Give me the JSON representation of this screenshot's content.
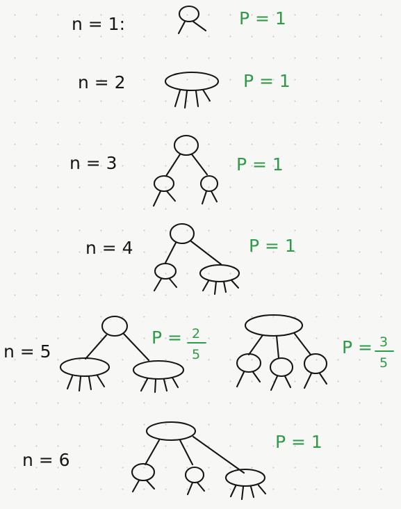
{
  "theme": {
    "ink": "#151515",
    "green": "#2f9a48",
    "paper": "#f7f7f5"
  },
  "rows": [
    {
      "n_label": "n = 1:",
      "p_label": "P = 1"
    },
    {
      "n_label": "n = 2",
      "p_label": "P = 1"
    },
    {
      "n_label": "n = 3",
      "p_label": "P = 1"
    },
    {
      "n_label": "n = 4",
      "p_label": "P = 1"
    },
    {
      "n_label": "n = 5",
      "options": [
        {
          "p_prefix": "P =",
          "numerator": "2",
          "denominator": "5"
        },
        {
          "p_prefix": "P =",
          "numerator": "3",
          "denominator": "5"
        }
      ]
    },
    {
      "n_label": "n = 6",
      "p_label": "P = 1"
    }
  ]
}
